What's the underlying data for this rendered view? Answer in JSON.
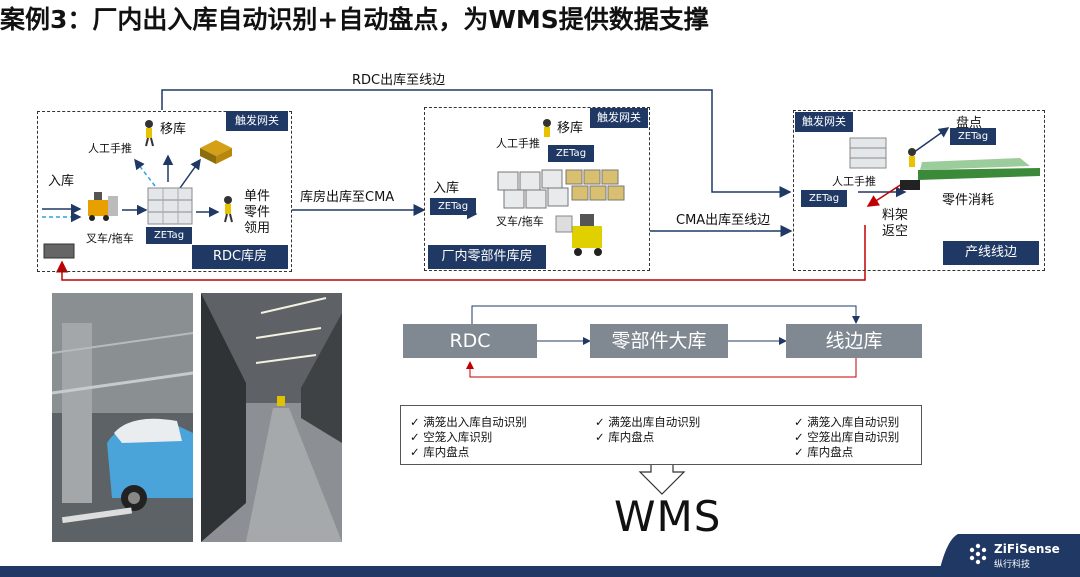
{
  "title": "案例3：厂内出入库自动识别+自动盘点，为WMS提供数据支撑",
  "top_route_label": "RDC出库至线边",
  "box1": {
    "gateway": "触发网关",
    "name": "RDC库房",
    "move": "移库",
    "manual_push": "人工手推",
    "inbound": "入库",
    "forklift": "叉车/拖车",
    "zetag": "ZETag",
    "single_part": "单件",
    "part": "零件",
    "pick": "领用"
  },
  "link1_label": "库房出库至CMA",
  "box2": {
    "gateway": "触发网关",
    "name": "厂内零部件库房",
    "move": "移库",
    "manual_push": "人工手推",
    "inbound": "入库",
    "forklift": "叉车/拖车",
    "zetag_a": "ZETag",
    "zetag_b": "ZETag"
  },
  "link2_label": "CMA出库至线边",
  "box3": {
    "gateway": "触发网关",
    "name": "产线线边",
    "inventory": "盘点",
    "zetag_a": "ZETag",
    "zetag_b": "ZETag",
    "manual_push": "人工手推",
    "consume": "零件消耗",
    "rack": "料架",
    "return": "返空"
  },
  "flow": {
    "rdc": "RDC",
    "warehouse": "零部件大库",
    "line": "线边库"
  },
  "checks": {
    "col1": [
      "满笼出入库自动识别",
      "空笼入库识别",
      "库内盘点"
    ],
    "col2": [
      "满笼出库自动识别",
      "库内盘点"
    ],
    "col3": [
      "满笼入库自动识别",
      "空笼出库自动识别",
      "库内盘点"
    ]
  },
  "check_mark": "✓",
  "wms": "WMS",
  "logo": {
    "name": "ZiFiSense",
    "cn": "纵行科技"
  },
  "colors": {
    "navy": "#1f3864",
    "gray_box": "#808891",
    "red_line": "#c00000",
    "flow_line": "#1f3864"
  }
}
